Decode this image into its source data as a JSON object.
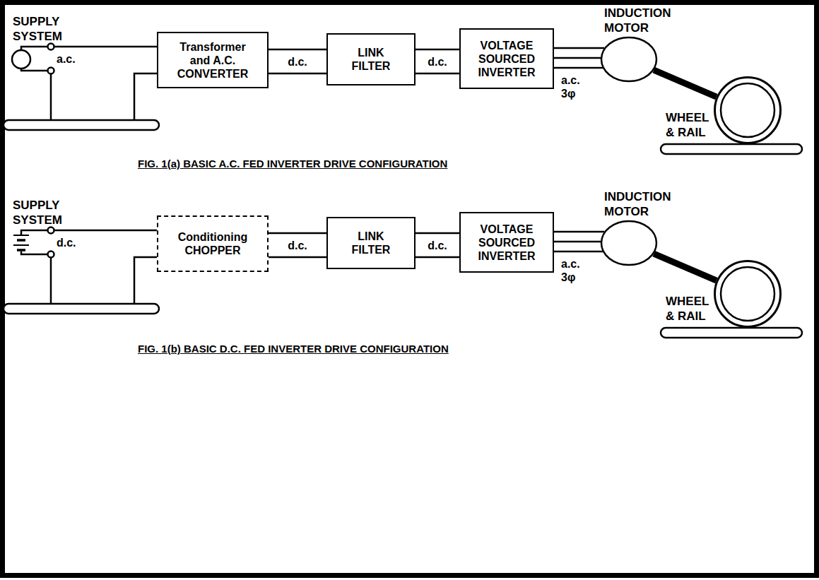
{
  "diagram": {
    "nodes": [
      {
        "text": [
          "SUPPLY SYSTEM"
        ]
      },
      {
        "text": [
          "Transformer and A.C. CONVERTER"
        ]
      },
      {
        "text": [
          "LINK FILTER"
        ]
      },
      {
        "text": [
          "VOLTAGE SOURCED INVERTER"
        ]
      },
      {
        "text": [
          "INDUCTION MOTOR"
        ]
      },
      {
        "text": [
          "WHEEL & RAIL"
        ]
      },
      {
        "text": [
          "SUPPLY SYSTEM"
        ]
      },
      {
        "text": [
          "Conditioning CHOPPER"
        ]
      },
      {
        "text": [
          "LINK FILTER"
        ]
      },
      {
        "text": [
          "VOLTAGE SOURCED INVERTER"
        ]
      },
      {
        "text": [
          "INDUCTION MOTOR"
        ]
      },
      {
        "text": [
          "WHEEL & RAIL"
        ]
      }
    ],
    "edges": [
      {
        "from": 0,
        "to": 1,
        "arrow": "none"
      },
      {
        "from": 1,
        "to": 2,
        "label": "d.c.",
        "arrow": "none"
      },
      {
        "from": 2,
        "to": 3,
        "label": "d.c.",
        "arrow": "none"
      },
      {
        "from": 3,
        "to": 4,
        "label": "a.c. 3φ",
        "arrow": "none"
      },
      {
        "from": 4,
        "to": 5,
        "arrow": "none"
      },
      {
        "from": 6,
        "to": 7,
        "arrow": "none"
      },
      {
        "from": 7,
        "to": 8,
        "label": "d.c.",
        "arrow": "none"
      },
      {
        "from": 8,
        "to": 9,
        "label": "d.c.",
        "arrow": "none"
      },
      {
        "from": 9,
        "to": 10,
        "label": "a.c. 3φ",
        "arrow": "none"
      },
      {
        "from": 10,
        "to": 11,
        "arrow": "none"
      }
    ],
    "labels": [
      "a.c.",
      "FIG. 1(a) BASIC A.C. FED INVERTER DRIVE CONFIGURATION",
      "d.c.",
      "FIG. 1(b) BASIC D.C. FED INVERTER DRIVE CONFIGURATION"
    ]
  }
}
